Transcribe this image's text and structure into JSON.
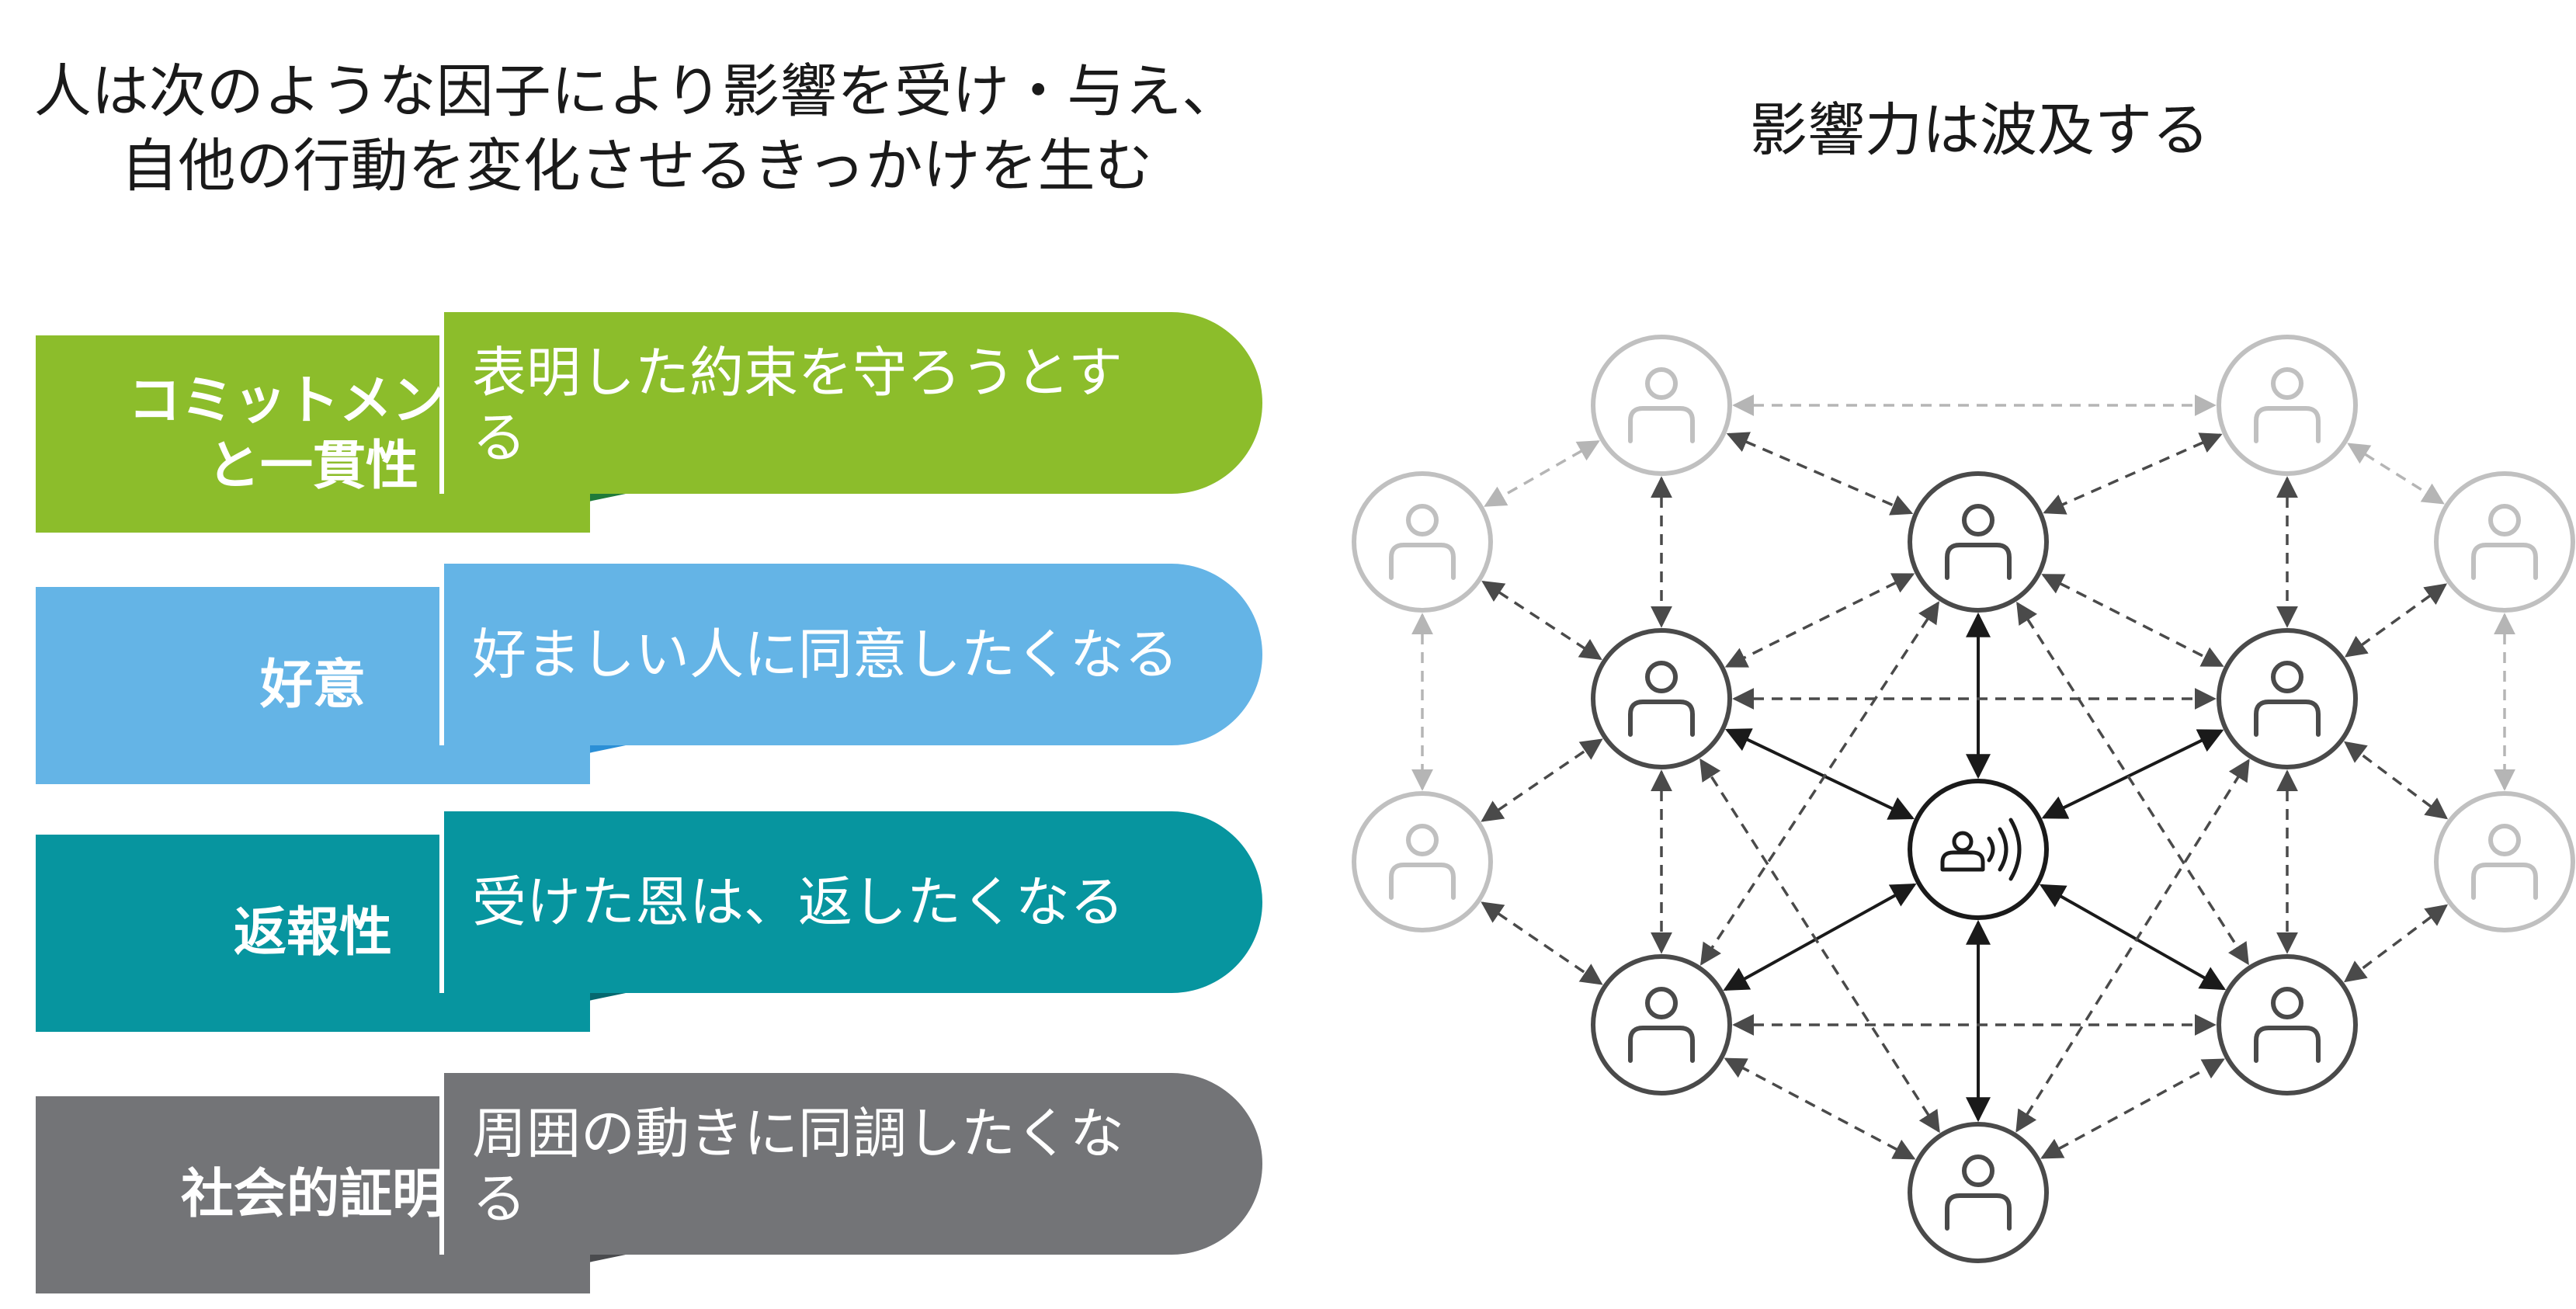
{
  "left_title": {
    "line1": "人は次のような因子により影響を受け・与え、",
    "line2": "自他の行動を変化させるきっかけを生む"
  },
  "right_title": "影響力は波及する",
  "factors": [
    {
      "label_line1": "コミットメント",
      "label_line2": "と一貫性",
      "desc_line1": "表明した約束を守ろうとす",
      "desc_line2": "る",
      "color": "#8cbd2b",
      "fold_color": "#1f7a3a"
    },
    {
      "label_line1": "好意",
      "label_line2": "",
      "desc_line1": "好ましい人に同意したくなる",
      "desc_line2": "",
      "color": "#64b4e6",
      "fold_color": "#2b8fd6"
    },
    {
      "label_line1": "返報性",
      "label_line2": "",
      "desc_line1": "受けた恩は、返したくなる",
      "desc_line2": "",
      "color": "#07959f",
      "fold_color": "#05686f"
    },
    {
      "label_line1": "社会的証明",
      "label_line2": "",
      "desc_line1": "周囲の動きに同調したくな",
      "desc_line2": "る",
      "color": "#737477",
      "fold_color": "#4a4b4e"
    }
  ],
  "network": {
    "center_icon": "person-broadcast-icon",
    "inner_icon": "person-icon",
    "outer_icon": "person-icon",
    "inner_color": "#4a4a4a",
    "outer_color": "#c0c0c0",
    "center_color": "#1a1a1a"
  }
}
